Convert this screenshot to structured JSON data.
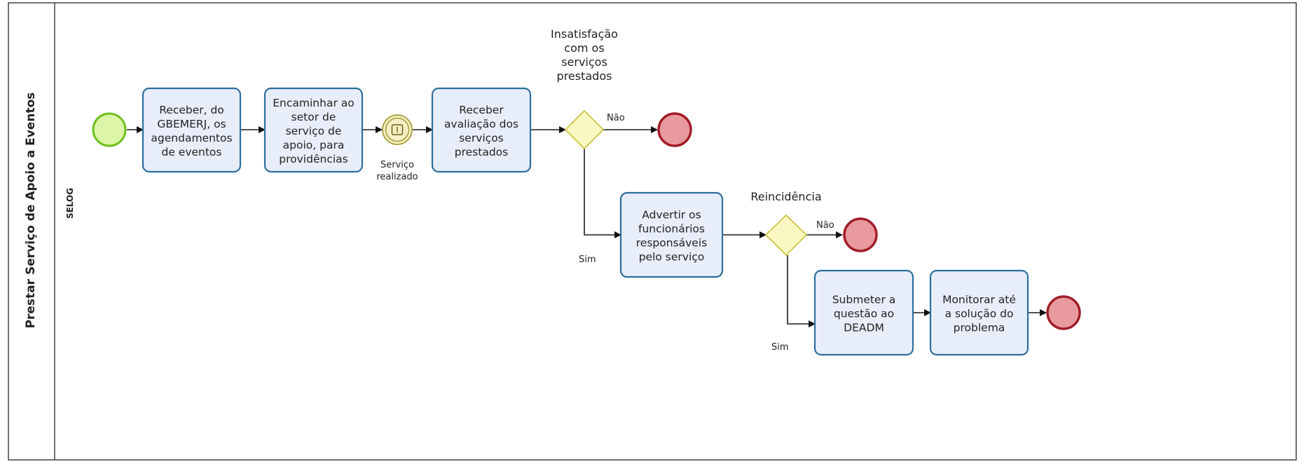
{
  "pool": {
    "name": "Prestar Serviço de Apoio a Eventos"
  },
  "lane": {
    "name": "SELOG"
  },
  "tasks": [
    {
      "id": "t1",
      "lines": [
        "Receber, do",
        "GBEMERJ, os",
        "agendamentos",
        "de eventos"
      ]
    },
    {
      "id": "t2",
      "lines": [
        "Encaminhar ao",
        "setor de",
        "serviço de",
        "apoio, para",
        "providências"
      ]
    },
    {
      "id": "t3",
      "lines": [
        "Receber",
        "avaliação dos",
        "serviços",
        "prestados"
      ]
    },
    {
      "id": "t4",
      "lines": [
        "Advertir os",
        "funcionários",
        "responsáveis",
        "pelo serviço"
      ]
    },
    {
      "id": "t5",
      "lines": [
        "Submeter a",
        "questão ao",
        "DEADM"
      ]
    },
    {
      "id": "t6",
      "lines": [
        "Monitorar até",
        "a solução do",
        "problema"
      ]
    }
  ],
  "intermediate_event": {
    "lines": [
      "Serviço",
      "realizado"
    ]
  },
  "gateways": [
    {
      "id": "g1",
      "lines": [
        "Insatisfação",
        "com os",
        "serviços",
        "prestados"
      ]
    },
    {
      "id": "g2",
      "lines": [
        "Reincidência"
      ]
    }
  ],
  "flow_labels": {
    "g1_no": "Não",
    "g1_yes": "Sim",
    "g2_no": "Não",
    "g2_yes": "Sim"
  },
  "colors": {
    "task_fill": "#e8eef9",
    "task_stroke": "#2d6e9e",
    "start_fill": "#dcf5a6",
    "start_stroke": "#6fbf1f",
    "end_fill": "#e99a9f",
    "end_stroke": "#a11d28",
    "gateway_fill": "#fbf7c2",
    "gateway_stroke": "#c9c13a",
    "intermediate_fill": "#f4f0c4",
    "intermediate_stroke": "#a69b3a"
  }
}
